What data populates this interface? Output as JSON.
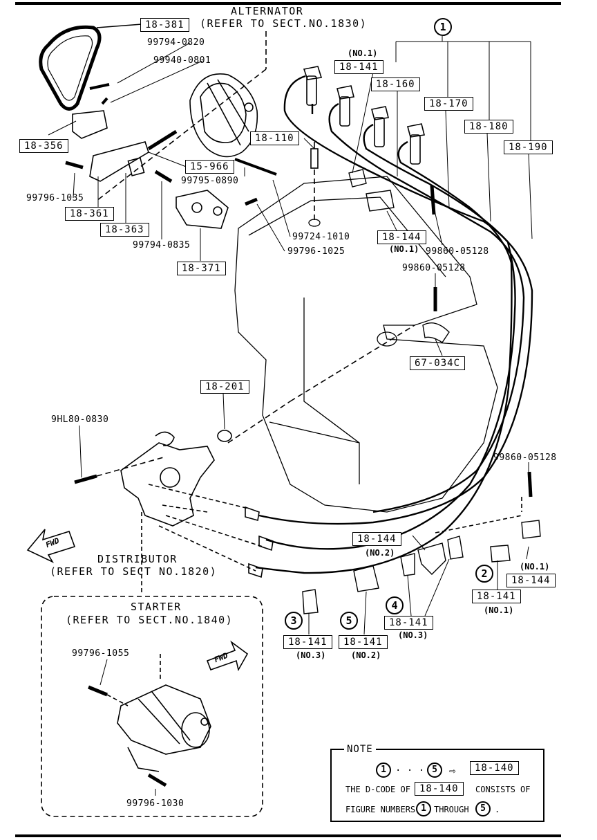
{
  "header": {
    "alternator_title": "ALTERNATOR",
    "alternator_ref": "(REFER TO SECT.NO.1830)",
    "distributor_title": "DISTRIBUTOR",
    "distributor_ref": "(REFER TO SECT NO.1820)",
    "starter_title": "STARTER",
    "starter_ref": "(REFER TO SECT.NO.1840)"
  },
  "boxed_parts": {
    "p18_381": "18-381",
    "p18_356": "18-356",
    "p18_361": "18-361",
    "p18_363": "18-363",
    "p18_371": "18-371",
    "p15_966": "15-966",
    "p18_110": "18-110",
    "p18_141_no1_top": "18-141",
    "p18_160": "18-160",
    "p18_170": "18-170",
    "p18_180": "18-180",
    "p18_190": "18-190",
    "p18_144_top": "18-144",
    "p67_034c": "67-034C",
    "p18_201": "18-201",
    "p18_144_mid": "18-144",
    "p18_144_right": "18-144",
    "p18_141_no1_bottom": "18-141",
    "p18_141_no3_a": "18-141",
    "p18_141_no2": "18-141",
    "p18_141_no3_b": "18-141"
  },
  "plain_parts": {
    "b99794_0820": "99794-0820",
    "b99940_0801": "99940-0801",
    "b99796_1035": "99796-1035",
    "b99795_0890": "99795-0890",
    "b99794_0835": "99794-0835",
    "b99724_1010": "99724-1010",
    "b99796_1025": "99796-1025",
    "b99860_05128_a": "99860-05128",
    "b99860_05128_b": "99860-05128",
    "b99860_05128_c": "99860-05128",
    "b9hl80_0830": "9HL80-0830",
    "b99796_1055": "99796-1055",
    "b99796_1030": "99796-1030"
  },
  "sub_labels": {
    "no1_top": "(NO.1)",
    "no1_144": "(NO.1)",
    "no2_144": "(NO.2)",
    "no1_right": "(NO.1)",
    "no1_141": "(NO.1)",
    "no3_a": "(NO.3)",
    "no2_b": "(NO.2)",
    "no3_c": "(NO.3)"
  },
  "circled": {
    "c1": "1",
    "c2": "2",
    "c3": "3",
    "c4": "4",
    "c5": "5"
  },
  "fwd": {
    "left": "FWD",
    "starter": "FWD"
  },
  "note": {
    "title": "NOTE",
    "from": "1",
    "dots": "· · ·",
    "to": "5",
    "arrow": "⇨",
    "code": "18-140",
    "line2_a": "THE D-CODE OF",
    "line2_code": "18-140",
    "line2_b": "CONSISTS OF",
    "line3_a": "FIGURE NUMBERS",
    "line3_from": "1",
    "line3_mid": "THROUGH",
    "line3_to": "5",
    "line3_end": "."
  }
}
